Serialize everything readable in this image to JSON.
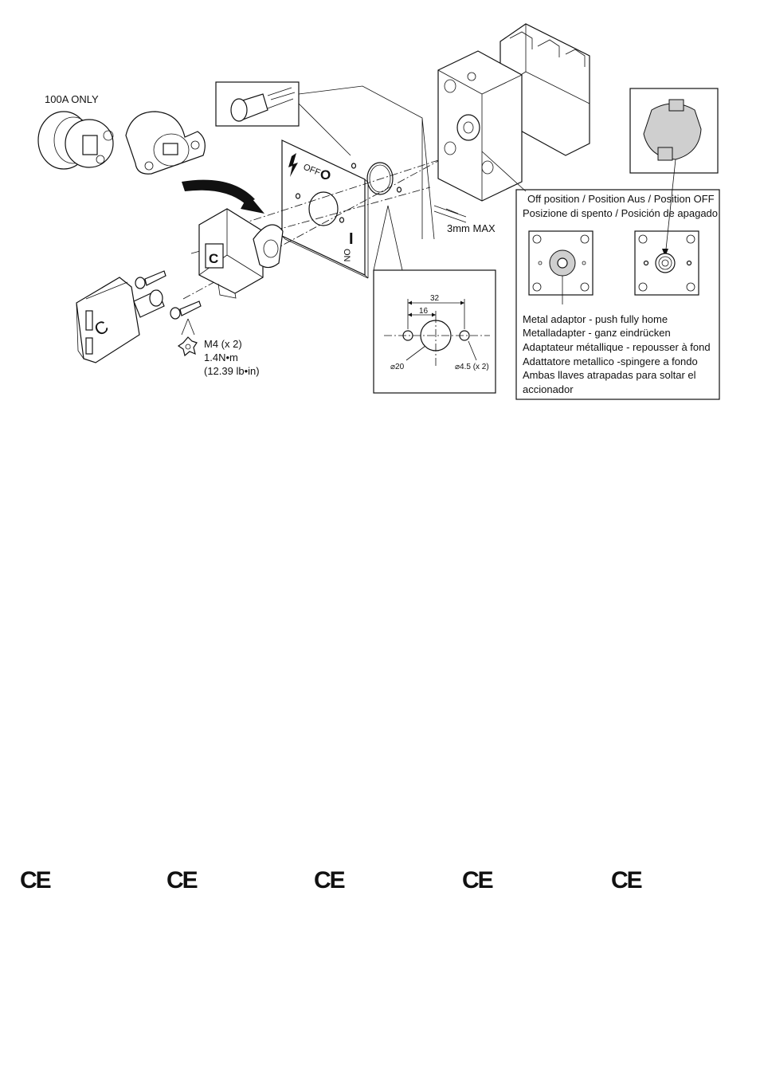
{
  "labels": {
    "only_100a": "100A ONLY",
    "max_gap": "3mm MAX",
    "screw_size": "M4 (x 2)",
    "torque_nm": "1.4N•m",
    "torque_lbin": "(12.39 lb•in)",
    "knob_letter": "C",
    "panel_off": "OFF",
    "panel_o": "O",
    "panel_i": "I",
    "panel_on": "ON"
  },
  "drill_template": {
    "dim_total": "32",
    "dim_half": "16",
    "dia_center": "⌀20",
    "dia_holes": "⌀4.5 (x 2)"
  },
  "off_position": {
    "line1": "Off position / Position Aus / Position OFF",
    "line2": "Posizione di spento / Posición de apagado"
  },
  "metal_adaptor": [
    "Metal adaptor - push fully home",
    "Metalladapter - ganz eindrücken",
    "Adaptateur métallique - repousser à fond",
    "Adattatore metallico -spingere a fondo",
    "Ambas llaves atrapadas para soltar el",
    "accionador"
  ],
  "ce_marks": [
    "CE",
    "CE",
    "CE",
    "CE",
    "CE"
  ]
}
